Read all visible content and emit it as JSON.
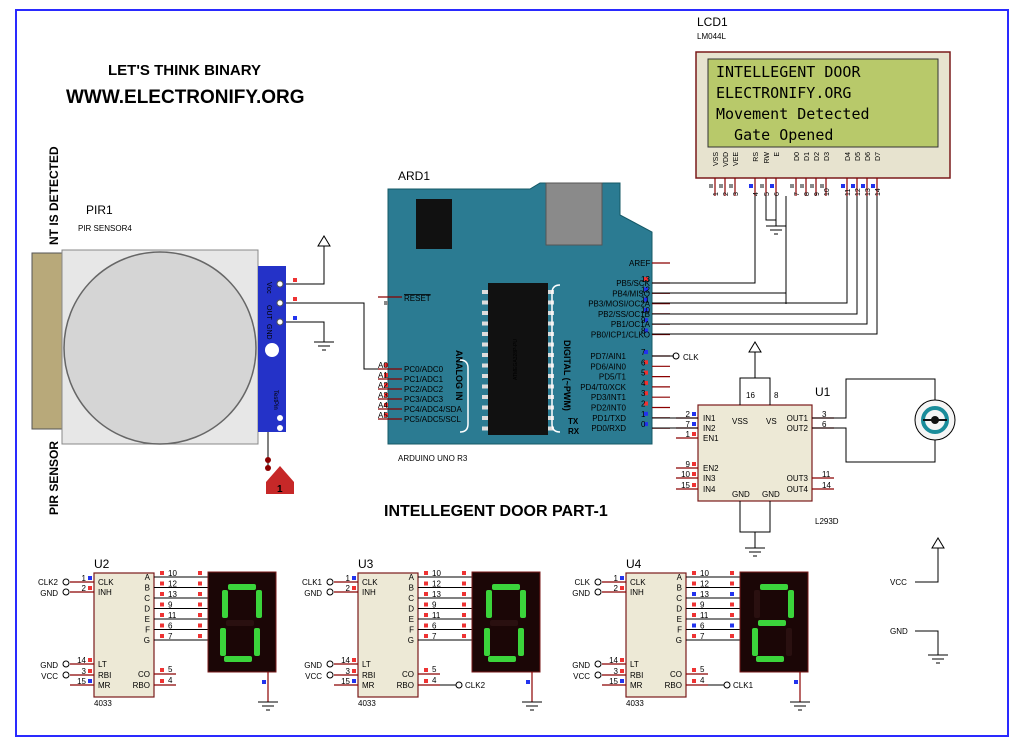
{
  "header": {
    "brand_line1": "LET'S THINK BINARY",
    "brand_line2": "WWW.ELECTRONIFY.ORG",
    "project_title": "INTELLEGENT DOOR PART-1"
  },
  "colors": {
    "border": "#2a2aff",
    "brand_green": "#1a8c1a",
    "brand_orange": "#ff8c1a",
    "title_orange": "#c8782a",
    "vertical_red": "#cc2222",
    "board_blue": "#2b7b92",
    "lcd_green": "#b8c96a",
    "seg_green": "#3bd43b"
  },
  "lcd": {
    "ref": "LCD1",
    "model": "LM044L",
    "lines": [
      "INTELLEGENT DOOR",
      "ELECTRONIFY.ORG",
      "Movement Detected",
      "  Gate Opened"
    ],
    "pin_labels": [
      "VSS",
      "VDD",
      "VEE",
      "RS",
      "RW",
      "E",
      "D0",
      "D1",
      "D2",
      "D3",
      "D4",
      "D5",
      "D6",
      "D7"
    ],
    "pin_numbers": [
      "1",
      "2",
      "3",
      "4",
      "5",
      "6",
      "7",
      "8",
      "9",
      "10",
      "11",
      "12",
      "13",
      "14"
    ]
  },
  "pir": {
    "ref": "PIR1",
    "model": "PIR SENSOR4",
    "pins": [
      "Vcc",
      "OUT",
      "GND"
    ],
    "test_label": "TestPin",
    "side_text": "PIR SENSOR",
    "side_text2": "NT IS DETECTED",
    "test_value": "1"
  },
  "arduino": {
    "ref": "ARD1",
    "board_name": "ARDUINO UNO R3",
    "reset": "RESET",
    "aref": "AREF",
    "analog_header": "ANALOG IN",
    "digital_header": "DIGITAL (~PWM)",
    "chip_label": "ATMEGA328P-PU",
    "analog_pins": [
      {
        "label": "PC0/ADC0",
        "name": "A0"
      },
      {
        "label": "PC1/ADC1",
        "name": "A1"
      },
      {
        "label": "PC2/ADC2",
        "name": "A2"
      },
      {
        "label": "PC3/ADC3",
        "name": "A3"
      },
      {
        "label": "PC4/ADC4/SDA",
        "name": "A4"
      },
      {
        "label": "PC5/ADC5/SCL",
        "name": "A5"
      }
    ],
    "digital_pins_top": [
      {
        "label": "PB5/SCK",
        "num": "13"
      },
      {
        "label": "PB4/MISO",
        "num": "12"
      },
      {
        "label": "PB3/MOSI/OC2A",
        "num": "11"
      },
      {
        "label": "PB2/SS/OC1B",
        "num": "10"
      },
      {
        "label": "PB1/OC1A",
        "num": "9"
      },
      {
        "label": "PB0/ICP1/CLKO",
        "num": "8"
      }
    ],
    "digital_pins_bottom": [
      {
        "label": "PD7/AIN1",
        "num": "7"
      },
      {
        "label": "PD6/AIN0",
        "num": "6"
      },
      {
        "label": "PD5/T1",
        "num": "5"
      },
      {
        "label": "PD4/T0/XCK",
        "num": "4"
      },
      {
        "label": "PD3/INT1",
        "num": "3"
      },
      {
        "label": "PD2/INT0",
        "num": "2"
      },
      {
        "label": "PD1/TXD",
        "num": "1"
      },
      {
        "label": "PD0/RXD",
        "num": "0"
      }
    ],
    "tx": "TX",
    "rx": "RX",
    "clk_net": "CLK"
  },
  "driver": {
    "ref": "U1",
    "model": "L293D",
    "pins_left": [
      {
        "label": "IN1",
        "num": "2"
      },
      {
        "label": "IN2",
        "num": "7"
      },
      {
        "label": "EN1",
        "num": "1"
      },
      {
        "label": "EN2",
        "num": "9"
      },
      {
        "label": "IN3",
        "num": "10"
      },
      {
        "label": "IN4",
        "num": "15"
      }
    ],
    "pins_right": [
      {
        "label": "OUT1",
        "num": "3"
      },
      {
        "label": "OUT2",
        "num": "6"
      },
      {
        "label": "OUT3",
        "num": "11"
      },
      {
        "label": "OUT4",
        "num": "14"
      }
    ],
    "top_labels": [
      "VSS",
      "VS"
    ],
    "top_nums": [
      "16",
      "8"
    ],
    "bottom_labels": [
      "GND",
      "GND"
    ]
  },
  "counters": [
    {
      "ref": "U2",
      "model": "4033",
      "clk_net": "CLK2",
      "inh_net": "GND",
      "lt_net": "GND",
      "rbi_net": "VCC",
      "co_net": "",
      "digit": "0",
      "blue_pins": []
    },
    {
      "ref": "U3",
      "model": "4033",
      "clk_net": "CLK1",
      "inh_net": "GND",
      "lt_net": "GND",
      "rbi_net": "VCC",
      "co_net": "CLK2",
      "digit": "0",
      "blue_pins": []
    },
    {
      "ref": "U4",
      "model": "4033",
      "clk_net": "CLK",
      "inh_net": "GND",
      "lt_net": "GND",
      "rbi_net": "VCC",
      "co_net": "CLK1",
      "digit": "2",
      "blue_pins": [
        2,
        5
      ]
    }
  ],
  "counter_pins": {
    "left_labels": [
      "CLK",
      "INH",
      "LT",
      "RBI",
      "MR"
    ],
    "left_nums": [
      "1",
      "2",
      "14",
      "3",
      "15"
    ],
    "right_labels": [
      "A",
      "B",
      "C",
      "D",
      "E",
      "F",
      "G"
    ],
    "right_nums": [
      "10",
      "12",
      "13",
      "9",
      "11",
      "6",
      "7"
    ],
    "co_label": "CO",
    "rbo_label": "RBO",
    "co_num": "5",
    "rbo_num": "4"
  },
  "power_nets": {
    "vcc": "VCC",
    "gnd": "GND"
  }
}
